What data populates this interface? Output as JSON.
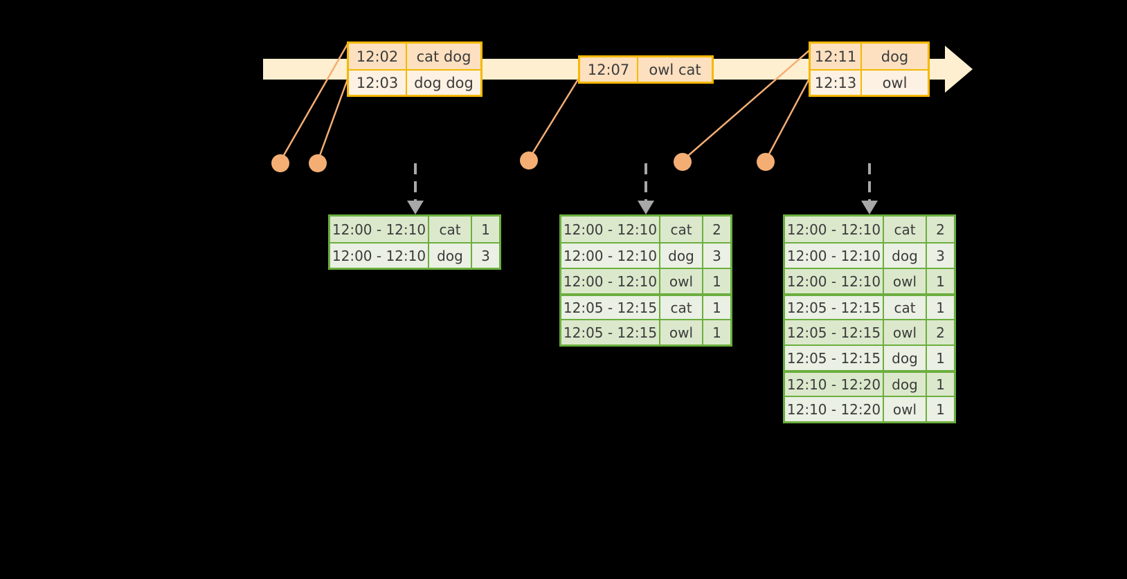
{
  "timeline": {
    "bar_color": "#FDEFCF",
    "accent_color": "#F5B800",
    "dot_color": "#F4AE74",
    "arrow_color": "#A8A8A8",
    "table_border_color": "#6BAE3E"
  },
  "events": [
    {
      "id": "event-box-1",
      "rows": [
        {
          "time": "12:02",
          "words": "cat dog"
        },
        {
          "time": "12:03",
          "words": "dog dog"
        }
      ]
    },
    {
      "id": "event-box-2",
      "rows": [
        {
          "time": "12:07",
          "words": "owl cat"
        }
      ]
    },
    {
      "id": "event-box-3",
      "rows": [
        {
          "time": "12:11",
          "words": "dog"
        },
        {
          "time": "12:13",
          "words": "owl"
        }
      ]
    }
  ],
  "results": [
    {
      "id": "result-table-1",
      "rows": [
        {
          "window": "12:00 - 12:10",
          "word": "cat",
          "count": "1",
          "group": 0
        },
        {
          "window": "12:00 - 12:10",
          "word": "dog",
          "count": "3",
          "group": 0
        }
      ]
    },
    {
      "id": "result-table-2",
      "rows": [
        {
          "window": "12:00 - 12:10",
          "word": "cat",
          "count": "2",
          "group": 0
        },
        {
          "window": "12:00 - 12:10",
          "word": "dog",
          "count": "3",
          "group": 0
        },
        {
          "window": "12:00 - 12:10",
          "word": "owl",
          "count": "1",
          "group": 0
        },
        {
          "window": "12:05 - 12:15",
          "word": "cat",
          "count": "1",
          "group": 1
        },
        {
          "window": "12:05 - 12:15",
          "word": "owl",
          "count": "1",
          "group": 1
        }
      ]
    },
    {
      "id": "result-table-3",
      "rows": [
        {
          "window": "12:00 - 12:10",
          "word": "cat",
          "count": "2",
          "group": 0
        },
        {
          "window": "12:00 - 12:10",
          "word": "dog",
          "count": "3",
          "group": 0
        },
        {
          "window": "12:00 - 12:10",
          "word": "owl",
          "count": "1",
          "group": 0
        },
        {
          "window": "12:05 - 12:15",
          "word": "cat",
          "count": "1",
          "group": 1
        },
        {
          "window": "12:05 - 12:15",
          "word": "owl",
          "count": "2",
          "group": 1
        },
        {
          "window": "12:05 - 12:15",
          "word": "dog",
          "count": "1",
          "group": 1
        },
        {
          "window": "12:10 - 12:20",
          "word": "dog",
          "count": "1",
          "group": 2
        },
        {
          "window": "12:10 - 12:20",
          "word": "owl",
          "count": "1",
          "group": 2
        }
      ]
    }
  ]
}
